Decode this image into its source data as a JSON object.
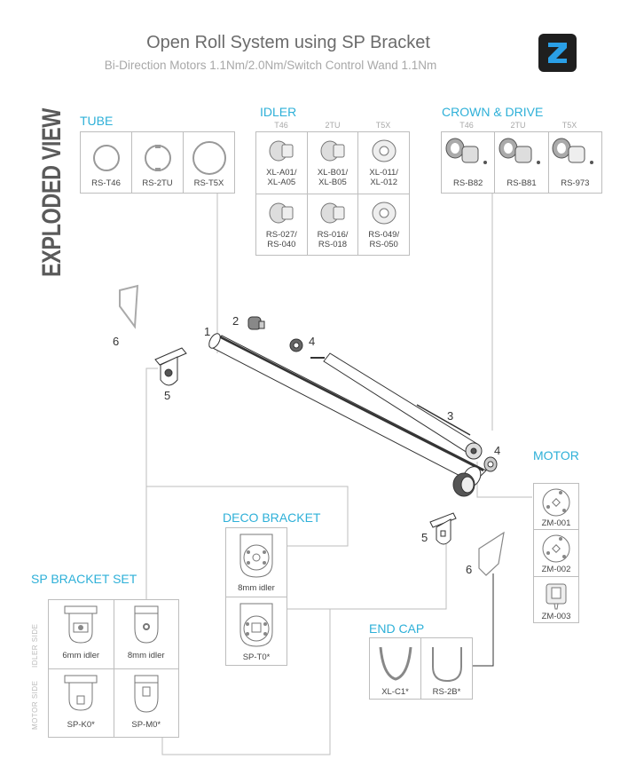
{
  "header": {
    "title": "Open Roll System using SP Bracket",
    "subtitle": "Bi-Direction Motors 1.1Nm/2.0Nm/Switch Control Wand 1.1Nm",
    "logo_icon": "z-logo-icon"
  },
  "side_title": "EXPLODED VIEW",
  "colors": {
    "accent": "#2eb0d8",
    "line": "#bdbdbd",
    "text": "#555555",
    "logo_bg": "#1f1f1f",
    "logo_fg": "#2a9fe6"
  },
  "tube": {
    "title": "TUBE",
    "items": [
      "RS-T46",
      "RS-2TU",
      "RS-T5X"
    ]
  },
  "idler": {
    "title": "IDLER",
    "columns": [
      "T46",
      "2TU",
      "T5X"
    ],
    "row1": [
      [
        "XL-A01/",
        "XL-A05"
      ],
      [
        "XL-B01/",
        "XL-B05"
      ],
      [
        "XL-011/",
        "XL-012"
      ]
    ],
    "row2": [
      [
        "RS-027/",
        "RS-040"
      ],
      [
        "RS-016/",
        "RS-018"
      ],
      [
        "RS-049/",
        "RS-050"
      ]
    ]
  },
  "crown_drive": {
    "title": "CROWN & DRIVE",
    "columns": [
      "T46",
      "2TU",
      "T5X"
    ],
    "items": [
      "RS-B82",
      "RS-B81",
      "RS-973"
    ]
  },
  "motor": {
    "title": "MOTOR",
    "items": [
      "ZM-001",
      "ZM-002",
      "ZM-003"
    ]
  },
  "deco_bracket": {
    "title": "DECO BRACKET",
    "items": [
      "8mm idler",
      "SP-T0*"
    ]
  },
  "sp_bracket_set": {
    "title": "SP BRACKET SET",
    "side_labels": [
      "IDLER SIDE",
      "MOTOR SIDE"
    ],
    "items": [
      "6mm idler",
      "8mm idler",
      "SP-K0*",
      "SP-M0*"
    ]
  },
  "end_cap": {
    "title": "END CAP",
    "items": [
      "XL-C1*",
      "RS-2B*"
    ]
  },
  "callouts": [
    "1",
    "2",
    "3",
    "4",
    "4",
    "5",
    "5",
    "6",
    "6"
  ]
}
